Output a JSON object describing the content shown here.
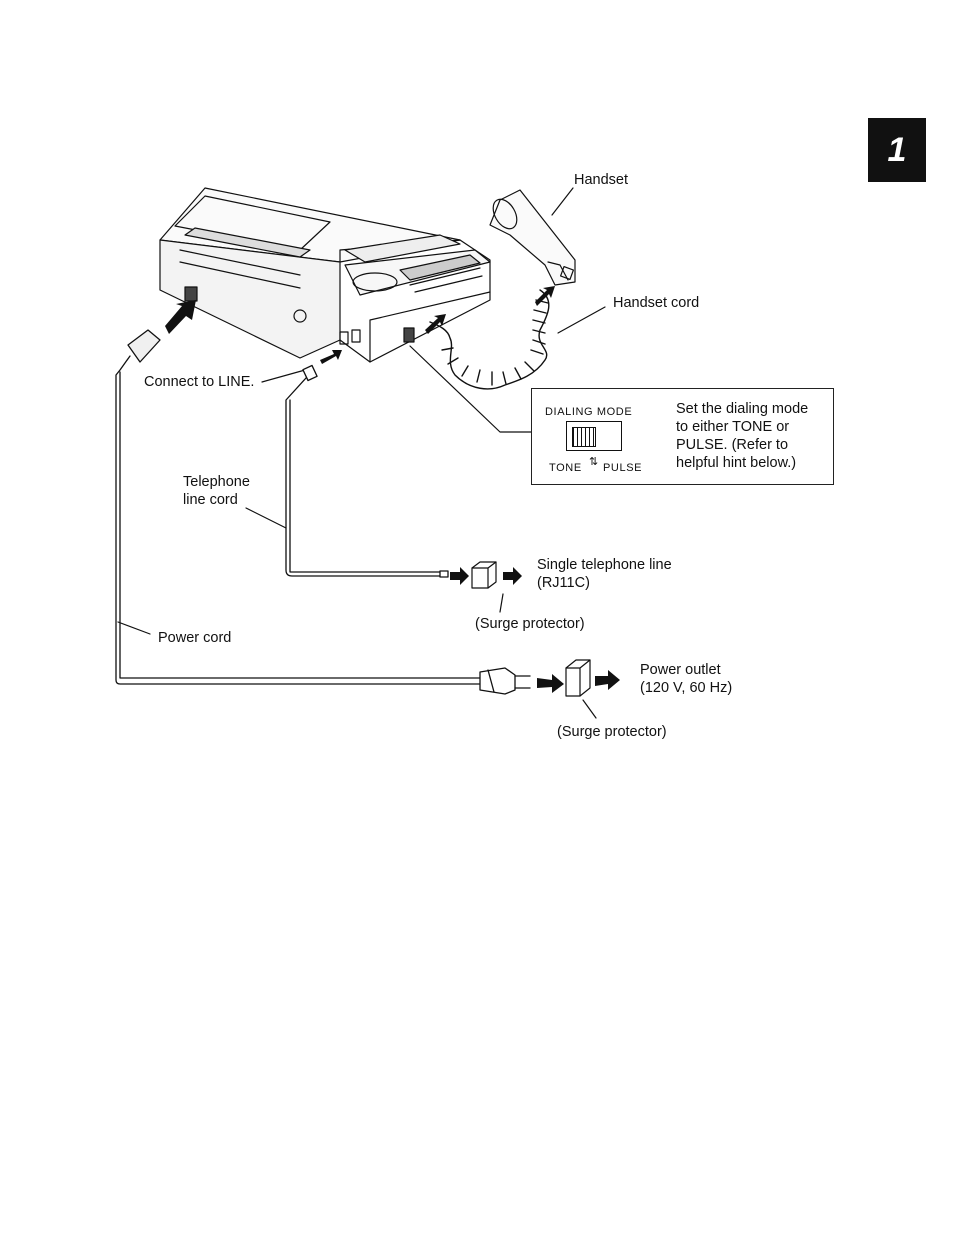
{
  "page_tab": {
    "number": "1"
  },
  "labels": {
    "handset": "Handset",
    "handset_cord": "Handset cord",
    "connect_to_line": "Connect to LINE.",
    "telephone_line_cord_1": "Telephone",
    "telephone_line_cord_2": "line cord",
    "single_line_1": "Single telephone line",
    "single_line_2": "(RJ11C)",
    "surge_protector_1": "(Surge protector)",
    "power_cord": "Power cord",
    "power_outlet_1": "Power outlet",
    "power_outlet_2": "(120 V, 60 Hz)",
    "surge_protector_2": "(Surge protector)"
  },
  "dialing_box": {
    "title": "DIALING MODE",
    "tone": "TONE",
    "pulse": "PULSE",
    "text_1": "Set the dialing mode",
    "text_2": "to either TONE or",
    "text_3": "PULSE. (Refer to",
    "text_4": "helpful hint below.)"
  }
}
